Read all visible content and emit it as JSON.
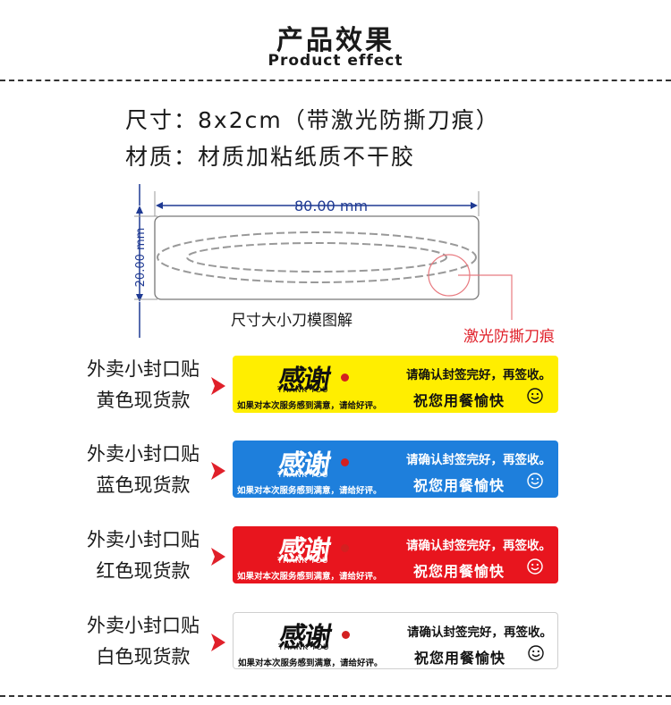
{
  "header": {
    "title": "产品效果",
    "subtitle": "Product effect"
  },
  "specs": {
    "size": "尺寸：8x2cm（带激光防撕刀痕）",
    "material": "材质：材质加粘纸质不干胶"
  },
  "diagram": {
    "width_label": "80.00 mm",
    "height_label": "20.00 mm",
    "caption": "尺寸大小刀模图解",
    "laser_label": "激光防撕刀痕",
    "dimension_color": "#1f3a93",
    "laser_color": "#e0202a"
  },
  "variants": [
    {
      "label1": "外卖小封口贴",
      "label2": "黄色现货款",
      "bg": "#ffee00",
      "fg": "#111111",
      "logo_text": "感谢",
      "thanks": "THANK YOU",
      "note": "如果对本次服务感到满意，请给好评。",
      "line1": "请确认封签完好，再签收。",
      "line2": "祝您用餐愉快",
      "icon": "smiley-icon"
    },
    {
      "label1": "外卖小封口贴",
      "label2": "蓝色现货款",
      "bg": "#1e7fdc",
      "fg": "#ffffff",
      "logo_text": "感谢",
      "thanks": "THANK YOU",
      "note": "如果对本次服务感到满意，请给好评。",
      "line1": "请确认封签完好，再签收。",
      "line2": "祝您用餐愉快",
      "icon": "smiley-icon"
    },
    {
      "label1": "外卖小封口贴",
      "label2": "红色现货款",
      "bg": "#e8151e",
      "fg": "#ffffff",
      "logo_text": "感谢",
      "thanks": "THANK YOU",
      "note": "如果对本次服务感到满意，请给好评。",
      "line1": "请确认封签完好，再签收。",
      "line2": "祝您用餐愉快",
      "icon": "smiley-icon"
    },
    {
      "label1": "外卖小封口贴",
      "label2": "白色现货款",
      "bg": "#ffffff",
      "fg": "#111111",
      "logo_text": "感谢",
      "thanks": "THANK YOU",
      "note": "如果对本次服务感到满意，请给好评。",
      "line1": "请确认封签完好，再签收。",
      "line2": "祝您用餐愉快",
      "icon": "smiley-icon"
    }
  ]
}
